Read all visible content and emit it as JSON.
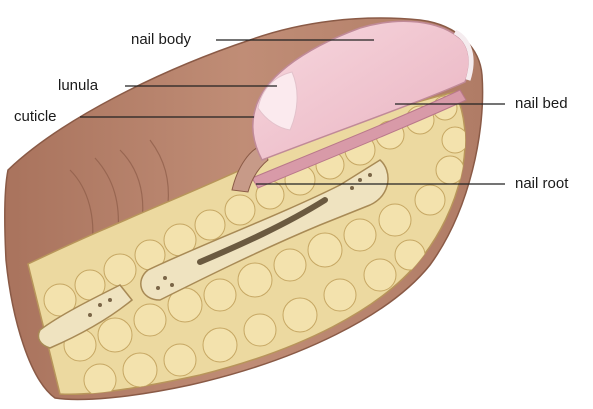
{
  "labels": {
    "nail_body": "nail body",
    "lunula": "lunula",
    "cuticle": "cuticle",
    "nail_bed": "nail bed",
    "nail_root": "nail root"
  },
  "colors": {
    "skin": "#b8836b",
    "skin_shadow": "#9a6a55",
    "nail": "#f3c6d0",
    "nail_edge": "#e9dfe3",
    "fat": "#ecd9a0",
    "fat_outline": "#c6a763",
    "bone": "#efe3c0",
    "leader": "#222222"
  }
}
